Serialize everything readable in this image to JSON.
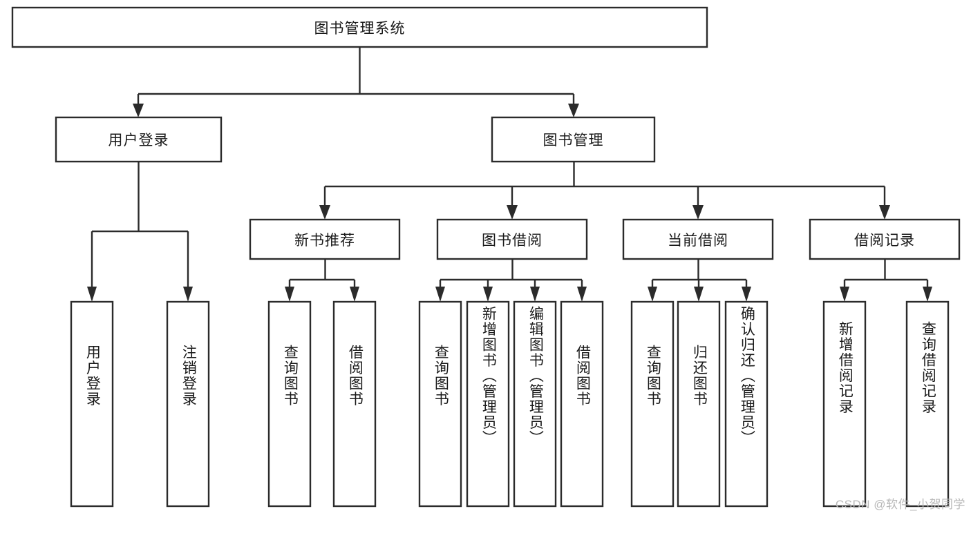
{
  "diagram": {
    "type": "tree-hierarchy",
    "title": "图书管理系统",
    "watermark": "CSDN @软件_小贺同学",
    "colors": {
      "box_stroke": "#2b2b2b",
      "box_fill": "#ffffff",
      "text": "#1a1a1a",
      "background": "#ffffff",
      "watermark": "#b8b8b8"
    },
    "levels": {
      "level1": [
        {
          "id": "root",
          "label": "图书管理系统",
          "orientation": "horizontal"
        }
      ],
      "level2": [
        {
          "id": "user-login",
          "label": "用户登录",
          "orientation": "horizontal",
          "parent": "root"
        },
        {
          "id": "book-manage",
          "label": "图书管理",
          "orientation": "horizontal",
          "parent": "root"
        }
      ],
      "level3": [
        {
          "id": "new-book-rec",
          "label": "新书推荐",
          "orientation": "horizontal",
          "parent": "book-manage"
        },
        {
          "id": "book-borrow",
          "label": "图书借阅",
          "orientation": "horizontal",
          "parent": "book-manage"
        },
        {
          "id": "current-borrow",
          "label": "当前借阅",
          "orientation": "horizontal",
          "parent": "book-manage"
        },
        {
          "id": "borrow-record",
          "label": "借阅记录",
          "orientation": "horizontal",
          "parent": "book-manage"
        }
      ],
      "leaves": [
        {
          "id": "leaf-user-login",
          "label": "用户登录",
          "orientation": "vertical",
          "parent": "user-login"
        },
        {
          "id": "leaf-user-logout",
          "label": "注销登录",
          "orientation": "vertical",
          "parent": "user-login"
        },
        {
          "id": "leaf-query-book-1",
          "label": "查询图书",
          "orientation": "vertical",
          "parent": "new-book-rec"
        },
        {
          "id": "leaf-borrow-book-1",
          "label": "借阅图书",
          "orientation": "vertical",
          "parent": "new-book-rec"
        },
        {
          "id": "leaf-query-book-2",
          "label": "查询图书",
          "orientation": "vertical",
          "parent": "book-borrow"
        },
        {
          "id": "leaf-add-book",
          "label": "新增图书（管理员）",
          "orientation": "vertical",
          "parent": "book-borrow"
        },
        {
          "id": "leaf-edit-book",
          "label": "编辑图书（管理员）",
          "orientation": "vertical",
          "parent": "book-borrow"
        },
        {
          "id": "leaf-borrow-book-2",
          "label": "借阅图书",
          "orientation": "vertical",
          "parent": "book-borrow"
        },
        {
          "id": "leaf-query-book-3",
          "label": "查询图书",
          "orientation": "vertical",
          "parent": "current-borrow"
        },
        {
          "id": "leaf-return-book",
          "label": "归还图书",
          "orientation": "vertical",
          "parent": "current-borrow"
        },
        {
          "id": "leaf-confirm-return",
          "label": "确认归还（管理员）",
          "orientation": "vertical",
          "parent": "current-borrow"
        },
        {
          "id": "leaf-add-record",
          "label": "新增借阅记录",
          "orientation": "vertical",
          "parent": "borrow-record"
        },
        {
          "id": "leaf-query-record",
          "label": "查询借阅记录",
          "orientation": "vertical",
          "parent": "borrow-record"
        }
      ]
    }
  }
}
